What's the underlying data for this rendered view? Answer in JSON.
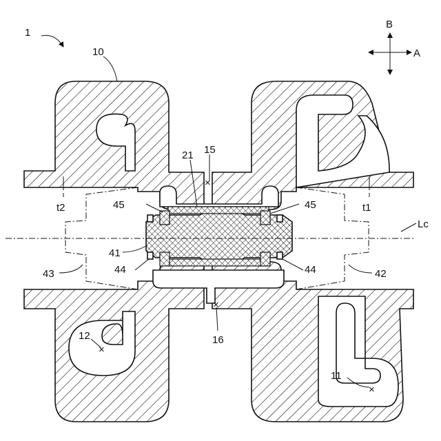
{
  "figure": {
    "labels": {
      "assembly": "1",
      "housing": "10",
      "volute_right": "11",
      "volute_left": "12",
      "gap_upper": "15",
      "gap_lower": "16",
      "shaft": "21",
      "wheel_right": "42",
      "wheel_left": "43",
      "seal_upper_left": "45",
      "seal_upper_right": "45",
      "seal_lower_left": "44",
      "seal_lower_right": "44",
      "bearing": "41",
      "thickness_right": "t1",
      "thickness_left": "t2",
      "axis": "Lc",
      "dir_a": "A",
      "dir_b": "B"
    }
  }
}
